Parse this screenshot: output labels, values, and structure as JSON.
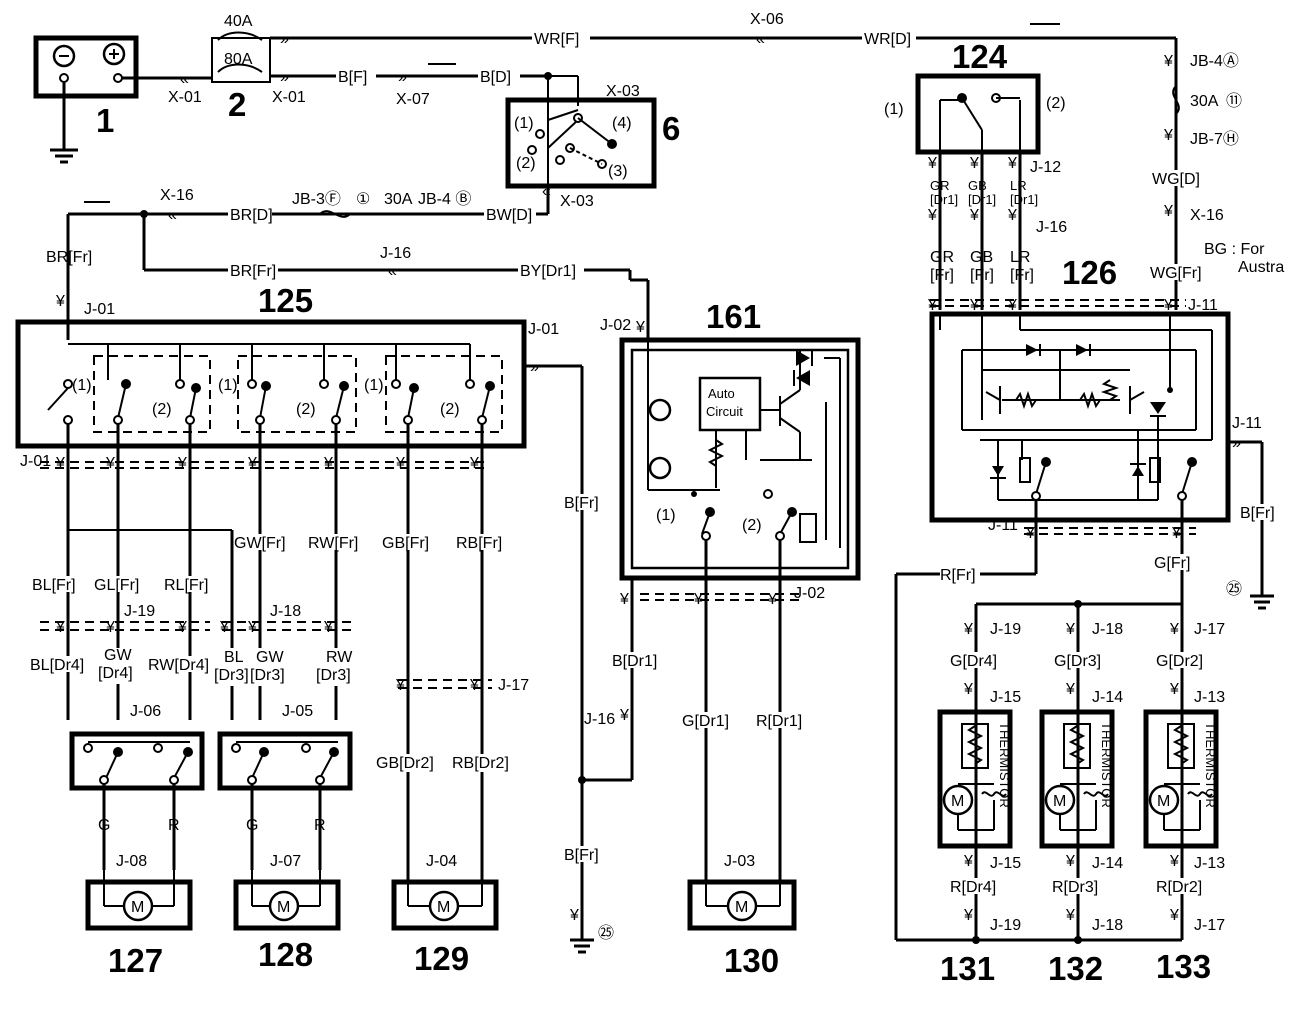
{
  "components": {
    "battery": "1",
    "fusible_link": "2",
    "ignition_switch": "6",
    "relay_124": "124",
    "switch_125": "125",
    "module_126": "126",
    "motor_127": "127",
    "motor_128": "128",
    "motor_129": "129",
    "motor_130": "130",
    "motor_131": "131",
    "motor_132": "132",
    "motor_133": "133",
    "module_161": "161"
  },
  "fuses": {
    "f40": "40A",
    "f80": "80A",
    "f30a": "30A",
    "f30b": "30A"
  },
  "connectors": {
    "x01a": "X-01",
    "x01b": "X-01",
    "x03a": "X-03",
    "x03b": "X-03",
    "x06": "X-06",
    "x07": "X-07",
    "x16a": "X-16",
    "x16b": "X-16",
    "jb4a": "JB-4Ⓐ",
    "jb7h": "JB-7Ⓗ",
    "jb3f": "JB-3Ⓕ",
    "jb4b": "JB-4 Ⓑ",
    "j01a": "J-01",
    "j01b": "J-01",
    "j01c": "J-01",
    "j02a": "J-02",
    "j02b": "J-02",
    "j03": "J-03",
    "j04": "J-04",
    "j05": "J-05",
    "j06": "J-06",
    "j07": "J-07",
    "j08": "J-08",
    "j11a": "J-11",
    "j11b": "J-11",
    "j11c": "J-11",
    "j12": "J-12",
    "j13a": "J-13",
    "j13b": "J-13",
    "j14a": "J-14",
    "j14b": "J-14",
    "j15a": "J-15",
    "j15b": "J-15",
    "j16a": "J-16",
    "j16b": "J-16",
    "j16c": "J-16",
    "j17a": "J-17",
    "j17b": "J-17",
    "j17c": "J-17",
    "j18a": "J-18",
    "j18b": "J-18",
    "j18c": "J-18",
    "j19a": "J-19",
    "j19b": "J-19",
    "j19c": "J-19"
  },
  "wires": {
    "wrf": "WR[F]",
    "wrd": "WR[D]",
    "bf": "B[F]",
    "bd": "B[D]",
    "brd": "BR[D]",
    "bwd": "BW[D]",
    "brfr_top": "BR[Fr]",
    "brfr_mid": "BR[Fr]",
    "bydr1": "BY[Dr1]",
    "wgd": "WG[D]",
    "wgfr": "WG[Fr]",
    "gr_dr1": "GR\n[Dr1]",
    "gb_dr1": "GB\n[Dr1]",
    "lr_dr1": "LR\n[Dr1]",
    "gr_fr": "GR",
    "gb_fr": "GB",
    "lr_fr": "LR",
    "fr": "[Fr]",
    "blfr": "BL[Fr]",
    "glfr": "GL[Fr]",
    "rlfr": "RL[Fr]",
    "gwfr": "GW[Fr]",
    "rwfr": "RW[Fr]",
    "gbfr": "GB[Fr]",
    "rbfr": "RB[Fr]",
    "bldr4": "BL[Dr4]",
    "gw": "GW",
    "dr4": "[Dr4]",
    "rwdr4": "RW[Dr4]",
    "bl": "BL",
    "rw": "RW",
    "dr3a": "[Dr3]",
    "dr3b": "[Dr3]",
    "dr3c": "[Dr3]",
    "gbdr2": "GB[Dr2]",
    "rbdr2": "RB[Dr2]",
    "g127": "G",
    "r127": "R",
    "g128": "G",
    "r128": "R",
    "bfr_a": "B[Fr]",
    "bfr_b": "B[Fr]",
    "bdr1": "B[Dr1]",
    "gdr1": "G[Dr1]",
    "rdr1": "R[Dr1]",
    "bfr_right": "B[Fr]",
    "rfr": "R[Fr]",
    "gfr": "G[Fr]",
    "gdr4": "G[Dr4]",
    "gdr3": "G[Dr3]",
    "gdr2": "G[Dr2]",
    "rdr4": "R[Dr4]",
    "rdr3": "R[Dr3]",
    "rdr2": "R[Dr2]"
  },
  "notes": {
    "bg_note_1": "BG : For",
    "bg_note_2": "Austra"
  },
  "labels": {
    "p1": "(1)",
    "p2": "(2)",
    "p3": "(3)",
    "p4": "(4)",
    "auto1": "Auto",
    "auto2": "Circuit",
    "thermistor": "THERMISTOR",
    "m": "M",
    "ground": "㉕",
    "fuse_circle_1": "①",
    "fuse_circle_11": "⑪"
  }
}
